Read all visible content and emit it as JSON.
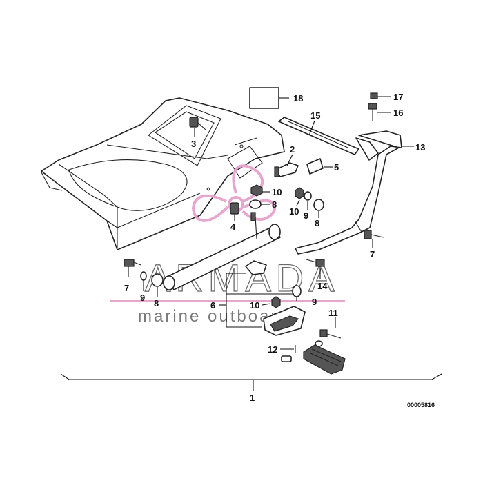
{
  "callouts": {
    "c1": "1",
    "c2": "2",
    "c3": "3",
    "c4": "4",
    "c5": "5",
    "c6": "6",
    "c7a": "7",
    "c7b": "7",
    "c8a": "8",
    "c8b": "8",
    "c8c": "8",
    "c9a": "9",
    "c9b": "9",
    "c9c": "9",
    "c10a": "10",
    "c10b": "10",
    "c10c": "10",
    "c11": "11",
    "c12": "12",
    "c13": "13",
    "c14": "14",
    "c15": "15",
    "c16": "16",
    "c17": "17",
    "c18": "18"
  },
  "catalog_number": "00005816",
  "watermark": {
    "brand": "ARMADA",
    "subtitle": "marine outboards",
    "brand_color": "#666666",
    "accent_color": "#e8a6cf"
  }
}
